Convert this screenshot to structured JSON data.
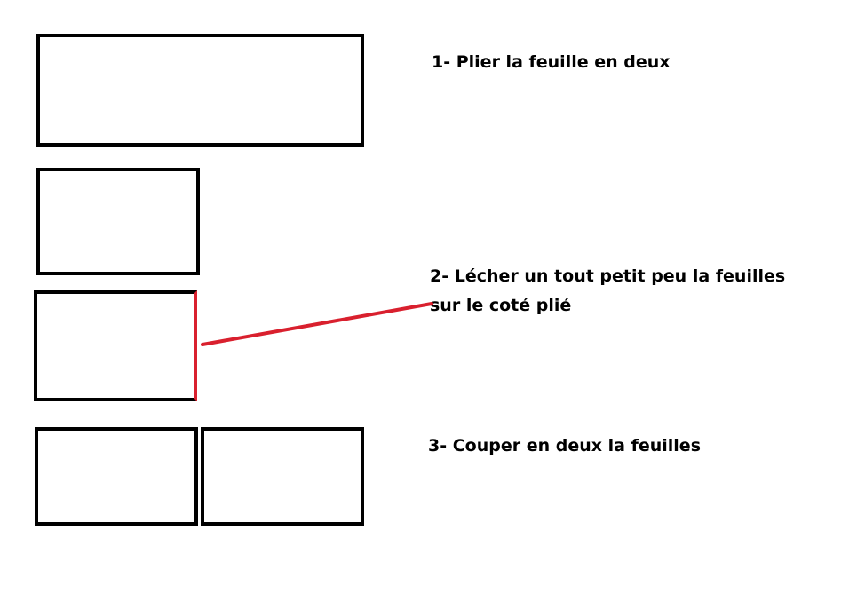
{
  "steps": [
    {
      "number": "1-",
      "text": "Plier la feuille en deux"
    },
    {
      "number": "2-",
      "text_line1": "Lécher un tout petit peu la feuilles",
      "text_line2": "sur le coté plié"
    },
    {
      "number": "3-",
      "text": "Couper en deux la feuilles"
    }
  ],
  "colors": {
    "outline": "#000000",
    "highlight": "#d9202e",
    "background": "#ffffff"
  }
}
